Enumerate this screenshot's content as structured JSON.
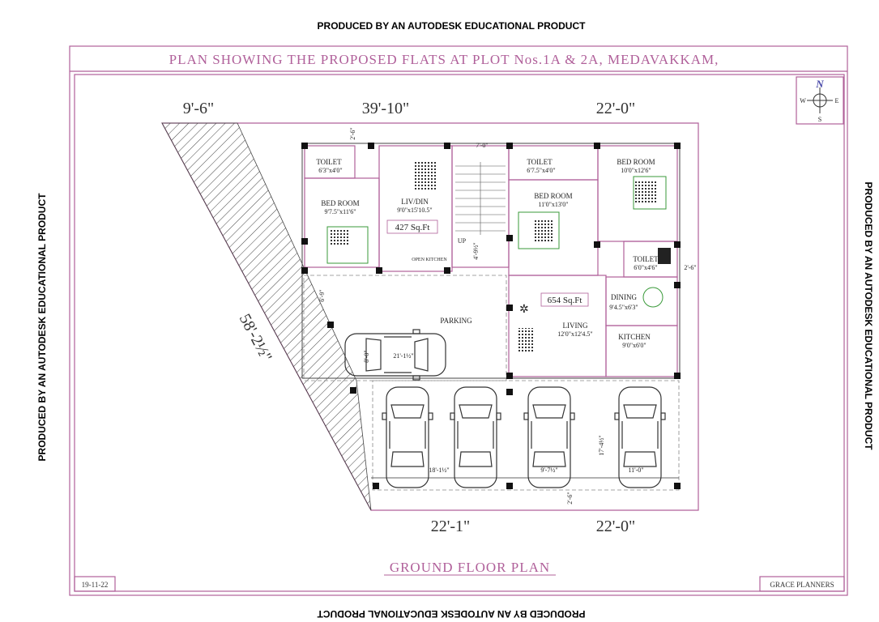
{
  "watermark": {
    "top": "PRODUCED BY AN AUTODESK EDUCATIONAL PRODUCT",
    "bottom": "PRODUCED BY AN AUTODESK EDUCATIONAL PRODUCT",
    "left": "PRODUCED BY AN AUTODESK EDUCATIONAL PRODUCT",
    "right": "PRODUCED BY AN AUTODESK EDUCATIONAL PRODUCT"
  },
  "title": "PLAN SHOWING THE PROPOSED FLATS AT PLOT Nos.1A & 2A, MEDAVAKKAM,",
  "compass": {
    "n": "N",
    "s": "S",
    "e": "E",
    "w": "W"
  },
  "dimensions": {
    "top_left": "9'-6\"",
    "top_mid": "39'-10\"",
    "top_right": "22'-0\"",
    "diagonal": "58'-2½\"",
    "bottom_left": "22'-1\"",
    "bottom_right": "22'-0\"",
    "stair_w": "7'-0\"",
    "toilet_off": "2'-6\"",
    "stair_h": "4'-9½\"",
    "parking_v": "6'-9\"",
    "right_off": "2'-6\"",
    "car_len": "21'-1½\"",
    "car_w": "8'-0\"",
    "bay_1": "18'-1½\"",
    "bay_2": "9'-7½\"",
    "bay_3": "11'-0\"",
    "bay_depth": "17'-4½\"",
    "bottom_off": "2'-6\""
  },
  "rooms": {
    "toilet1": {
      "name": "TOILET",
      "size": "6'3\"x4'0\""
    },
    "bed1": {
      "name": "BED ROOM",
      "size": "9'7.5\"x11'6\""
    },
    "livdin": {
      "name": "LIV/DIN",
      "size": "9'0\"x15'10.5\""
    },
    "area1": "427 Sq.Ft",
    "open_kitchen": "OPEN KITCHEN",
    "up": "UP",
    "toilet2": {
      "name": "TOILET",
      "size": "6'7.5\"x4'0\""
    },
    "bed2": {
      "name": "BED ROOM",
      "size": "11'0\"x13'0\""
    },
    "bed3": {
      "name": "BED ROOM",
      "size": "10'0\"x12'6\""
    },
    "toilet3": {
      "name": "TOILET",
      "size": "6'0\"x4'6\""
    },
    "dining": {
      "name": "DINING",
      "size": "9'4.5\"x6'3\""
    },
    "area2": "654 Sq.Ft",
    "living": {
      "name": "LIVING",
      "size": "12'0\"x12'4.5\""
    },
    "kitchen": {
      "name": "KITCHEN",
      "size": "9'0\"x6'0\""
    },
    "parking": "PARKING"
  },
  "footer": {
    "heading": "GROUND FLOOR PLAN",
    "date": "19-11-22",
    "company": "GRACE PLANNERS"
  }
}
